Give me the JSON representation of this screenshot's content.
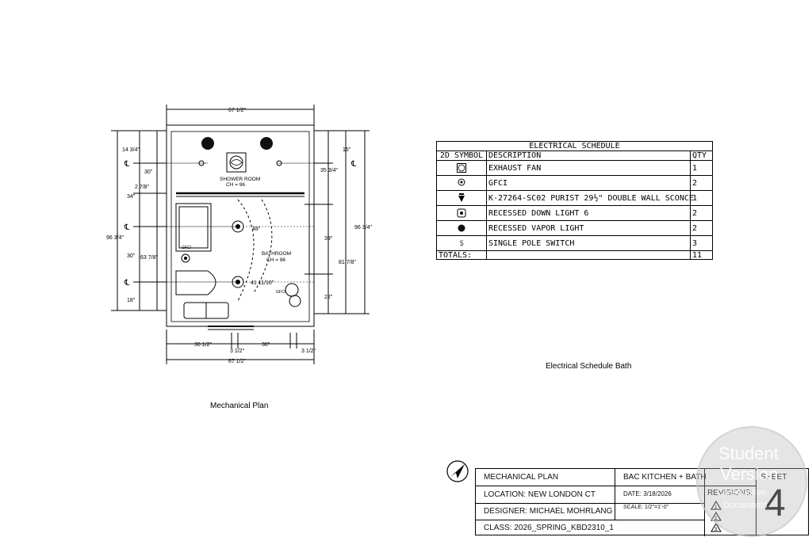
{
  "plan": {
    "caption": "Mechanical Plan",
    "rooms": [
      {
        "name": "SHOWER ROOM",
        "ceiling": "CH = 96"
      },
      {
        "name": "BATHROOM",
        "ceiling": "CH = 96"
      }
    ],
    "gfci_labels": [
      "GFCI",
      "GFCI"
    ],
    "dimensions": {
      "top_overall": "67 1/2\"",
      "bottom_overall": "67 1/2\"",
      "bottom_left": "30 1/2\"",
      "bottom_mid": "3 1/2\"",
      "bottom_center": "30\"",
      "bottom_right": "3 1/2\"",
      "left_top": "14 3/4\"",
      "left_shower": "30\"",
      "left_gap": "2 7/8\"",
      "left_34": "34\"",
      "left_overall": "96 3/4\"",
      "left_30": "30\"",
      "left_63": "63 7/8\"",
      "left_18": "18\"",
      "right_15": "15\"",
      "right_35": "35 3/4\"",
      "right_39": "39\"",
      "right_overall": "96 3/4\"",
      "right_81": "81 7/8\"",
      "right_22": "22\"",
      "inner_48": "48\"",
      "inner_41": "41 11/16\""
    }
  },
  "schedule": {
    "title": "ELECTRICAL SCHEDULE",
    "headers": [
      "2D SYMBOL",
      "DESCRIPTION",
      "QTY"
    ],
    "rows": [
      {
        "symbol": "exhaust-fan-icon",
        "description": "EXHAUST FAN",
        "qty": "1"
      },
      {
        "symbol": "gfci-icon",
        "description": "GFCI",
        "qty": "2"
      },
      {
        "symbol": "wall-sconce-icon",
        "description": "K-27264-SC02 PURIST 29½\" DOUBLE WALL SCONCE",
        "qty": "1"
      },
      {
        "symbol": "recessed-down-light-icon",
        "description": "RECESSED DOWN LIGHT 6",
        "qty": "2"
      },
      {
        "symbol": "recessed-vapor-light-icon",
        "description": "RECESSED VAPOR LIGHT",
        "qty": "2"
      },
      {
        "symbol": "single-pole-switch-icon",
        "description": "SINGLE POLE SWITCH",
        "qty": "3"
      }
    ],
    "totals_label": "TOTALS:",
    "totals_qty": "11",
    "caption": "Electrical Schedule Bath"
  },
  "title_block": {
    "sheet_title": "MECHANICAL PLAN",
    "project": "BAC KITCHEN + BATH",
    "location": "LOCATION: NEW LONDON CT",
    "date": "DATE: 3/18/2026",
    "designer": "DESIGNER: MICHAEL MOHRLANG",
    "scale": "SCALE: 1/2\"=1'-0\"",
    "class": "CLASS: 2026_SPRING_KBD2310_1",
    "revisions_label": "REVISIONS:",
    "revision_marks": [
      "1",
      "2",
      "3"
    ],
    "sheet_label": "SHEET",
    "sheet_number": "4"
  },
  "watermark": {
    "line1": "Student",
    "line2": "Version",
    "line3": "Construction",
    "line4": "Documents"
  }
}
